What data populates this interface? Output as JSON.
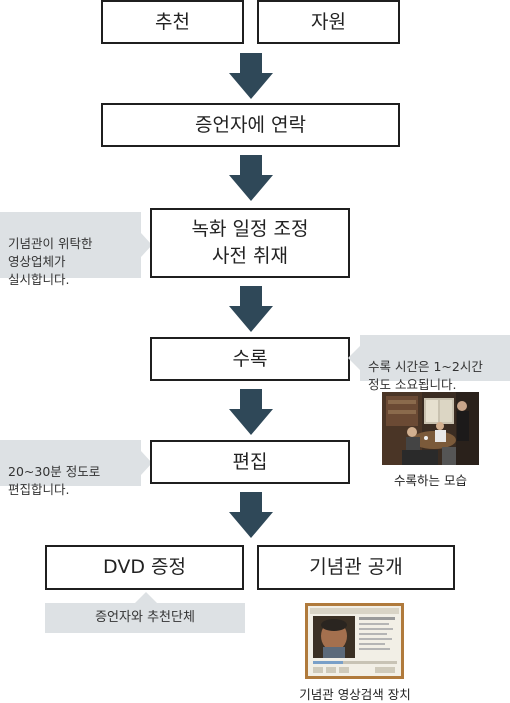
{
  "flow": {
    "recommend": "추천",
    "volunteer": "자원",
    "contact": "증언자에 연락",
    "schedule_line1": "녹화 일정 조정",
    "schedule_line2": "사전 취재",
    "recording": "수록",
    "editing": "편집",
    "dvd": "DVD 증정",
    "publish": "기념관 공개"
  },
  "notes": {
    "outsourced": "기념관이 위탁한\n영상업체가\n실시합니다.",
    "recording_time": "수록 시간은 1~2시간\n정도 소요됩니다.",
    "editing_time": "20~30분 정도로\n편집합니다.",
    "dvd_recipients": "증언자와 추천단체"
  },
  "captions": {
    "recording_photo": "수록하는 모습",
    "search_device": "기념관 영상검색 장치"
  },
  "colors": {
    "arrow": "#2f4858",
    "note_bg": "#dde1e4",
    "box_border": "#1f1f1f"
  }
}
